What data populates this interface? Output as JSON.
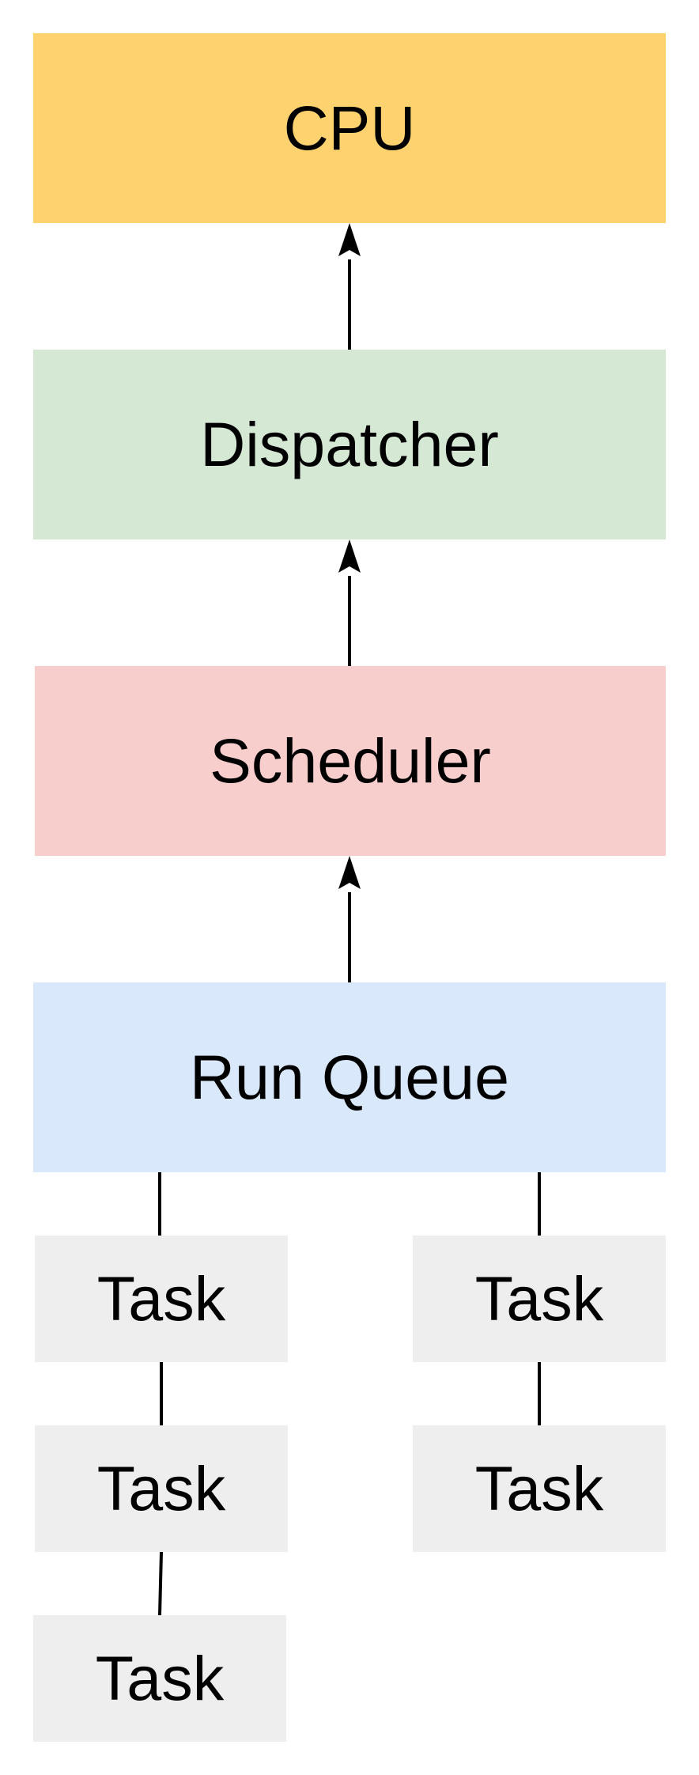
{
  "nodes": {
    "cpu": {
      "label": "CPU",
      "color": "#FFD270"
    },
    "dispatcher": {
      "label": "Dispatcher",
      "color": "#D5E8D4"
    },
    "scheduler": {
      "label": "Scheduler",
      "color": "#F8CECC"
    },
    "run_queue": {
      "label": "Run Queue",
      "color": "#DAE8FC"
    },
    "task_left_1": {
      "label": "Task",
      "color": "#EEEEEE"
    },
    "task_left_2": {
      "label": "Task",
      "color": "#EEEEEE"
    },
    "task_left_3": {
      "label": "Task",
      "color": "#EEEEEE"
    },
    "task_right_1": {
      "label": "Task",
      "color": "#EEEEEE"
    },
    "task_right_2": {
      "label": "Task",
      "color": "#EEEEEE"
    }
  },
  "edges": [
    {
      "from": "run_queue",
      "to": "scheduler",
      "arrow": true
    },
    {
      "from": "scheduler",
      "to": "dispatcher",
      "arrow": true
    },
    {
      "from": "dispatcher",
      "to": "cpu",
      "arrow": true
    },
    {
      "from": "run_queue",
      "to": "task_left_1",
      "arrow": false
    },
    {
      "from": "task_left_1",
      "to": "task_left_2",
      "arrow": false
    },
    {
      "from": "task_left_2",
      "to": "task_left_3",
      "arrow": false
    },
    {
      "from": "run_queue",
      "to": "task_right_1",
      "arrow": false
    },
    {
      "from": "task_right_1",
      "to": "task_right_2",
      "arrow": false
    }
  ],
  "colors": {
    "edge": "#000000",
    "text": "#000000"
  }
}
